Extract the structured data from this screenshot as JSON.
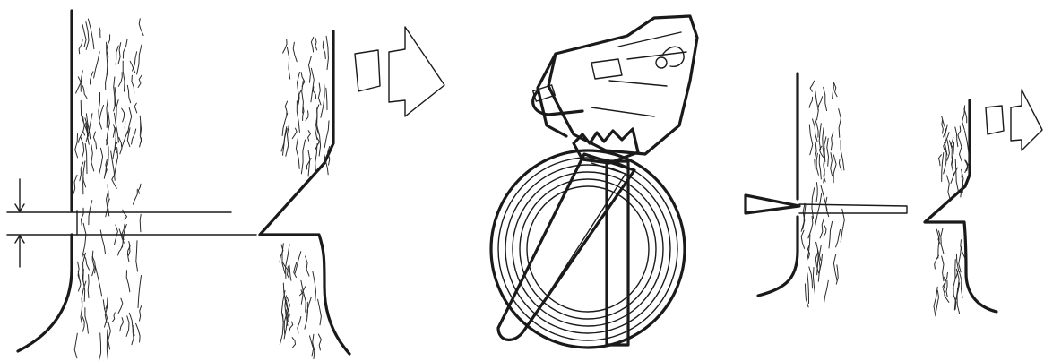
{
  "figure": {
    "panels": [
      {
        "name": "felling-step-cut-dimension"
      },
      {
        "name": "chainsaw-bucking-log"
      },
      {
        "name": "felling-wedge-back-cut"
      }
    ],
    "colors": {
      "ink": "#1a1a1a",
      "background": "#ffffff"
    },
    "icons": [
      "arrow-right-icon",
      "arrow-right-small-icon",
      "chainsaw-icon",
      "log-icon",
      "wedge-icon"
    ]
  }
}
